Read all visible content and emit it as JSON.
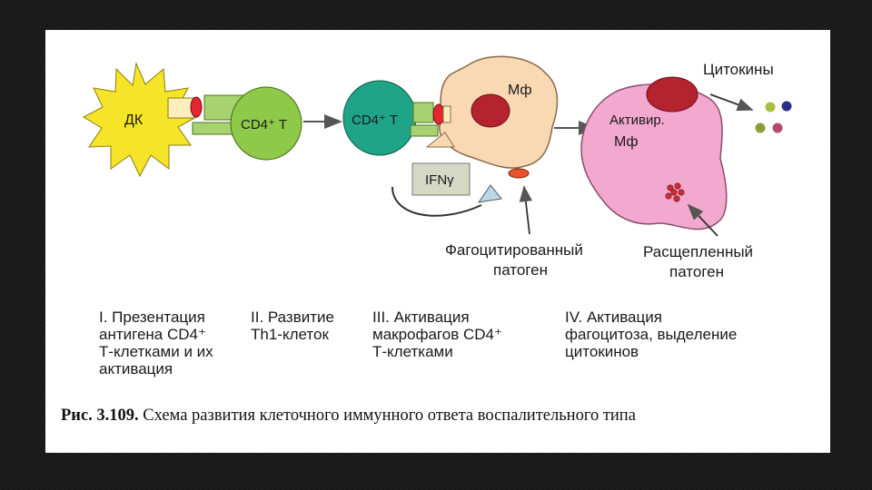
{
  "diagram": {
    "labels": {
      "dc": "ДК",
      "cd4_t_first": "CD4⁺ T",
      "cd4_t_second": "CD4⁺ T",
      "mf": "Мф",
      "activated_mf_line1": "Активир.",
      "activated_mf_line2": "Мф",
      "cytokines": "Цитокины",
      "ifn": "IFNγ",
      "phagocytosed_line1": "Фагоцитированный",
      "phagocytosed_line2": "патоген",
      "digested_line1": "Расщепленный",
      "digested_line2": "патоген"
    },
    "colors": {
      "dc": "#f6e428",
      "t_cell": "#8fc94a",
      "t_cell_activated": "#1fa487",
      "macrophage": "#f8d9b4",
      "macrophage_activated": "#f2a8cf",
      "nucleus": "#b4232f",
      "mhc": "#e3262f",
      "receptor": "#a6d36f"
    }
  },
  "stages": [
    "I. Презентация\nантигена CD4⁺\nТ-клетками и их\nактивация",
    "II. Развитие\nTh1-клеток",
    "III. Активация\nмакрофагов CD4⁺\nТ-клетками",
    "IV. Активация\nфагоцитоза, выделение\nцитокинов"
  ],
  "caption": {
    "prefix": "Рис. 3.109.",
    "text": " Схема развития клеточного иммунного ответа воспалительного типа"
  }
}
